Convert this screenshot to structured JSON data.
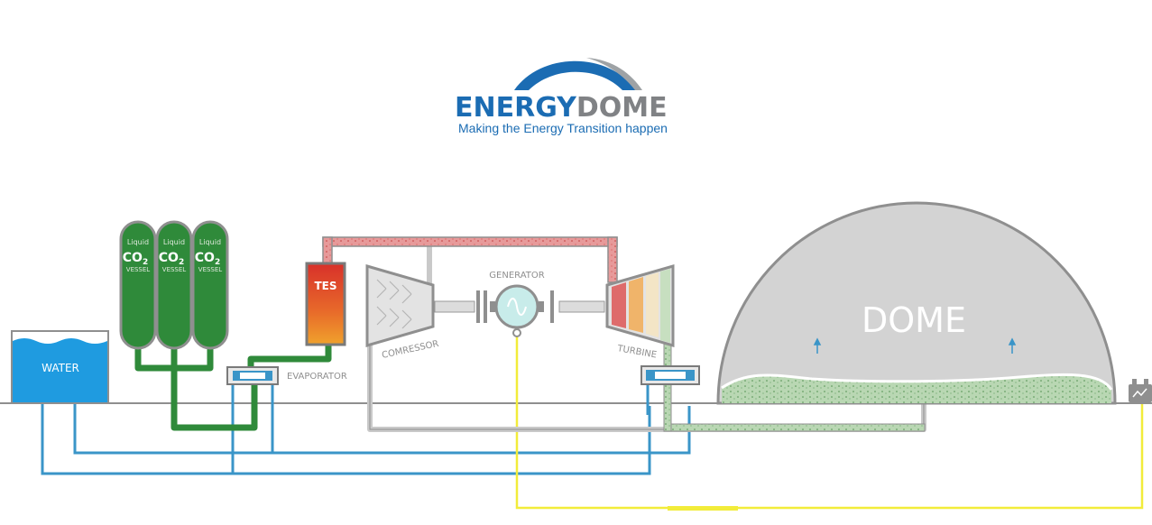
{
  "logo": {
    "brand_part1": "ENERGY",
    "brand_part2": "DOME",
    "tagline": "Making the Energy Transition happen"
  },
  "labels": {
    "water": "WATER",
    "liquid": "Liquid",
    "co2": "CO",
    "co2_sub": "2",
    "vessel": "VESSEL",
    "evaporator": "EVAPORATOR",
    "tes": "TES",
    "compressor": "COMRESSOR",
    "generator": "GENERATOR",
    "turbine": "TURBINE",
    "dome": "DOME"
  },
  "colors": {
    "brand_blue": "#1b6cb3",
    "brand_gray": "#808285",
    "water_pipe": "#3a95c8",
    "co2_liquid": "#2f8a3a",
    "hot_pipe": "#d46a6a",
    "cold_pipe": "#c9c9c9",
    "dome": "#d3d3d3",
    "dome_gas": "#b9d7b3",
    "electric": "#f2ec3a"
  },
  "icons": [
    "grid-connection-icon",
    "generator-sine-icon",
    "up-arrow-icon"
  ]
}
